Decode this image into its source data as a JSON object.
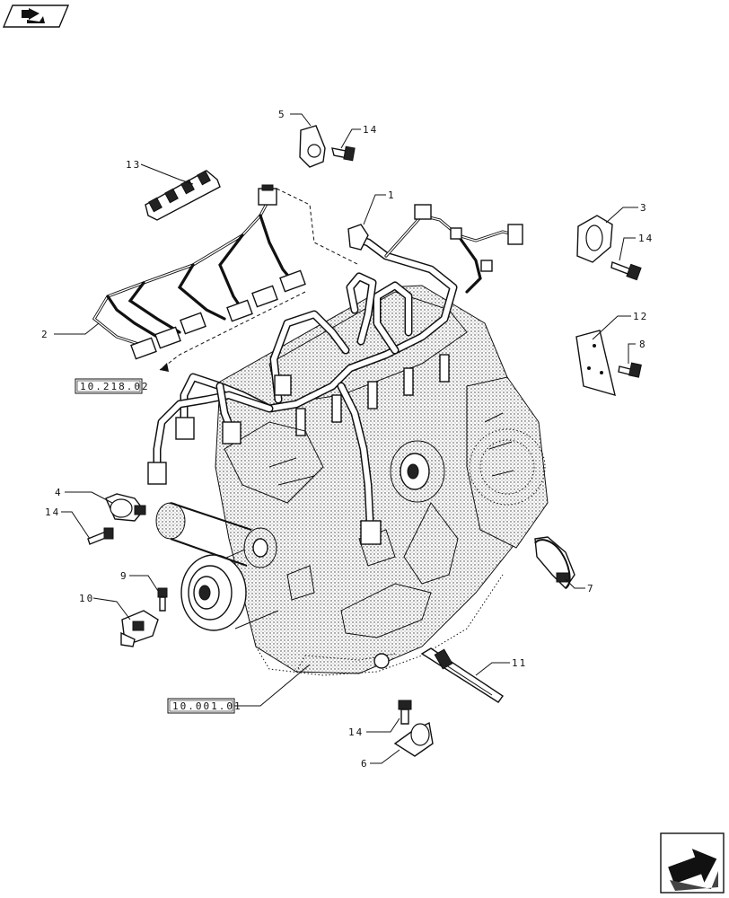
{
  "callouts": {
    "c1": "1",
    "c2": "2",
    "c3": "3",
    "c4": "4",
    "c5": "5",
    "c6": "6",
    "c7": "7",
    "c8": "8",
    "c9": "9",
    "c10": "10",
    "c11": "11",
    "c12": "12",
    "c13": "13",
    "c14a": "14",
    "c14b": "14",
    "c14c": "14",
    "c14d": "14"
  },
  "references": {
    "wiring": "10.218.02",
    "engine": "10.001.01"
  },
  "icons": {
    "top_left": "book-arrow-icon",
    "bottom_right": "next-page-arrow-icon"
  }
}
